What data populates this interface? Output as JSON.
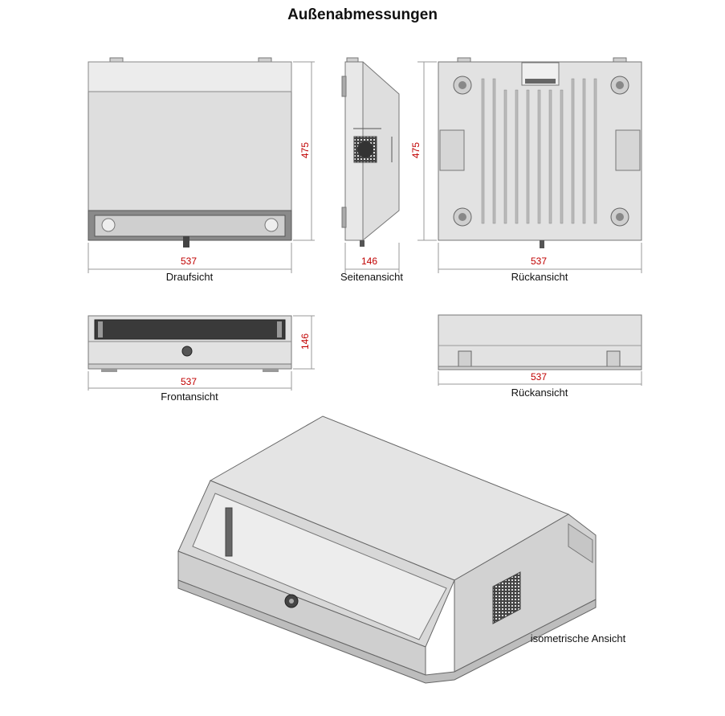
{
  "title": "Außenabmessungen",
  "views": {
    "top": {
      "caption": "Draufsicht",
      "width": "537",
      "height": "475"
    },
    "side": {
      "caption": "Seitenansicht",
      "depth": "146"
    },
    "back": {
      "caption": "Rückansicht",
      "width": "537",
      "height": "475"
    },
    "front": {
      "caption": "Frontansicht",
      "width": "537",
      "height": "146"
    },
    "back2": {
      "caption": "Rückansicht",
      "width": "537"
    },
    "iso": {
      "caption": "isometrische Ansicht"
    }
  },
  "colors": {
    "dimension": "#c00000",
    "body": "#dcdcdc",
    "dark": "#555555"
  }
}
